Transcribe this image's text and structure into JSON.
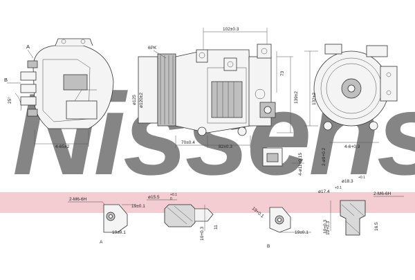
{
  "watermark": {
    "text": "Nissens",
    "color": "#b9cfe0"
  },
  "band": {
    "color": "#f4cdd3"
  },
  "views": {
    "left": {
      "view_a": "A",
      "view_b": "B",
      "angle": "25°",
      "dim_width": "4-65±2"
    },
    "front": {
      "pulley": "6PK",
      "dia_pulley": "ø125",
      "dia_hub": "ø120±2",
      "dim_top": "102±0.3",
      "dim_height": "73",
      "dim_width1": "70±0.4",
      "dim_width2": "82±0.3",
      "dim_height2": "139±2",
      "dim_small": "4-ø11+0.15",
      "dim_small_sub": "0"
    },
    "right": {
      "dim_height": "132±2",
      "dim_hole": "2-ø9+0.2",
      "dim_hole_sub": "0",
      "dim_width": "4-6+0.3"
    }
  },
  "details": {
    "a": {
      "thread": "2-M6-6H",
      "dim1": "19±0.1",
      "dim2": "19±0.1",
      "label": "A"
    },
    "mid": {
      "dia": "ø15.5",
      "dia_tol": "+0.1",
      "dia_tol_low": "0",
      "dim1": "10+0.3",
      "dim2": "11"
    },
    "b": {
      "dim1": "19+0.1",
      "dim2": "19±0.1",
      "dim3": "10+0.3",
      "label": "B"
    },
    "right": {
      "dia1": "ø18.3",
      "dia1_tol": "+0.1",
      "dia2": "ø17.4",
      "dia2_tol": "+0.1",
      "thread": "2-M6-6H",
      "dim1": "10+0.3",
      "dim2": "16.5"
    }
  }
}
